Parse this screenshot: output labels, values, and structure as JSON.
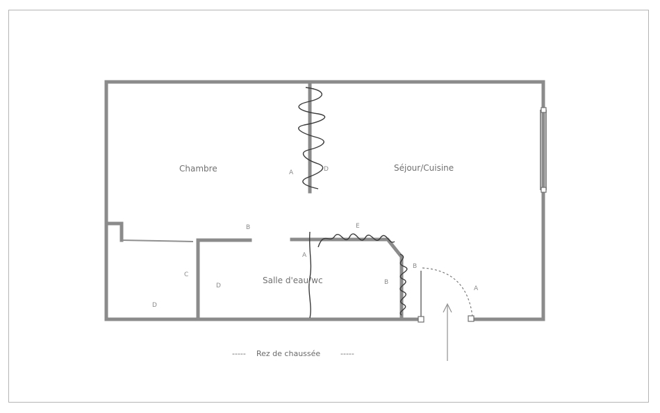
{
  "plan": {
    "rooms": {
      "chambre": "Chambre",
      "sejour": "Séjour/Cuisine",
      "salle_eau": "Salle d'eau/wc"
    },
    "caption": "Rez de chaussée",
    "caption_dashes": "-----",
    "letters": {
      "a1": "A",
      "b1": "B",
      "a2": "A",
      "b2": "B",
      "b3": "B",
      "a3": "A",
      "d1": "D",
      "d2": "D",
      "c1": "C",
      "d3": "D",
      "e1": "E"
    }
  }
}
